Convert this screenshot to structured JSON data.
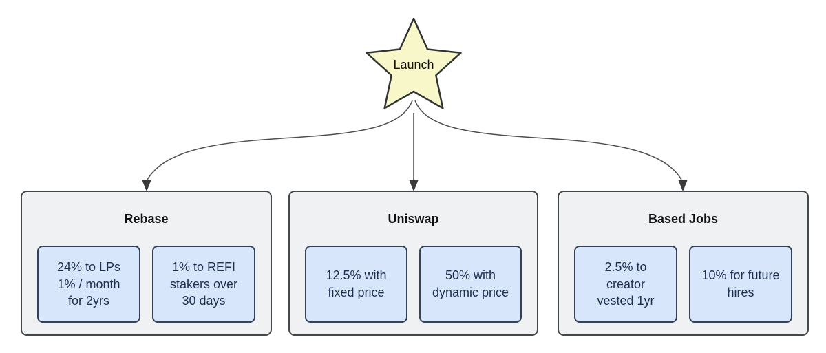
{
  "diagram": {
    "star": {
      "label": "Launch"
    },
    "groups": [
      {
        "title": "Rebase",
        "cells": [
          [
            "24% to LPs",
            "1% / month",
            "for 2yrs"
          ],
          [
            "1% to REFI",
            "stakers over",
            "30 days"
          ]
        ]
      },
      {
        "title": "Uniswap",
        "cells": [
          [
            "12.5% with",
            "fixed price"
          ],
          [
            "50% with",
            "dynamic price"
          ]
        ]
      },
      {
        "title": "Based Jobs",
        "cells": [
          [
            "2.5% to",
            "creator",
            "vested 1yr"
          ],
          [
            "10% for future",
            "hires"
          ]
        ]
      }
    ],
    "colors": {
      "star_fill": "#f7f7c9",
      "star_border": "#333333",
      "group_fill": "#f0f1f3",
      "group_border": "#44484b",
      "cell_fill": "#d7e6fa",
      "cell_border": "#35425b",
      "cell_text": "#1e3050",
      "connector": "#4d4d4d"
    }
  }
}
